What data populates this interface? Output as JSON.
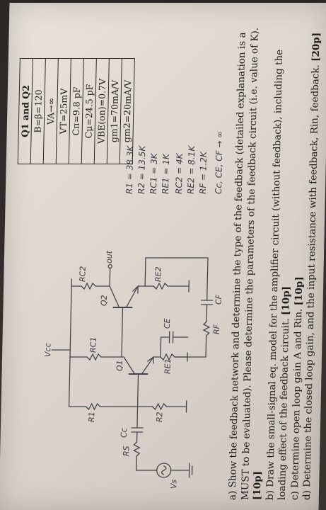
{
  "circuit": {
    "labels": {
      "vcc": "Vcc",
      "rc2": "RC2",
      "rc1": "RC1",
      "r1": "R1",
      "r2": "R2",
      "re1": "RE1",
      "re2": "RE2",
      "ce": "CE",
      "cc": "Cc",
      "rs": "RS",
      "vs": "Vs",
      "q1": "Q1",
      "q2": "Q2",
      "out": "out",
      "rf": "RF",
      "cf": "CF"
    },
    "values": [
      "R1 = 38.3K",
      "R2 = 13.5K",
      "RC1 = 3K",
      "RE1 = 1K",
      "RC2 = 4K",
      "RE2 = 8.1K",
      "RF = 1.2K",
      "Cc, CE, CF → ∞"
    ]
  },
  "params_table": {
    "header": "Q1 and Q2",
    "rows": [
      "B=β=120",
      "VA→∞",
      "VT=25mV",
      "Cπ=9.8 pF",
      "Cμ=24.5 pF",
      "VBE(on)=0.7V",
      "gm1=70mA/V",
      "gm2=20mA/V"
    ]
  },
  "questions": {
    "a": "a) Show the feedback network and determine the type of the feedback (detailed explanation is a MUST to be evaluated). Please determine the parameters of the feedback circuit (i.e. value of K).",
    "a_points": "[10p]",
    "b": "b) Draw the small-signal eq. model for the amplifier circuit (without feedback), including the loading effect of the feedback circuit.",
    "b_points": "[10p]",
    "c": "c) Determine open loop gain A and Rin.",
    "c_points": "[10p]",
    "d": "d) Determine the closed loop gain, and the input resistance with feedback, Rin, feedback.",
    "d_points": "[20p]"
  }
}
